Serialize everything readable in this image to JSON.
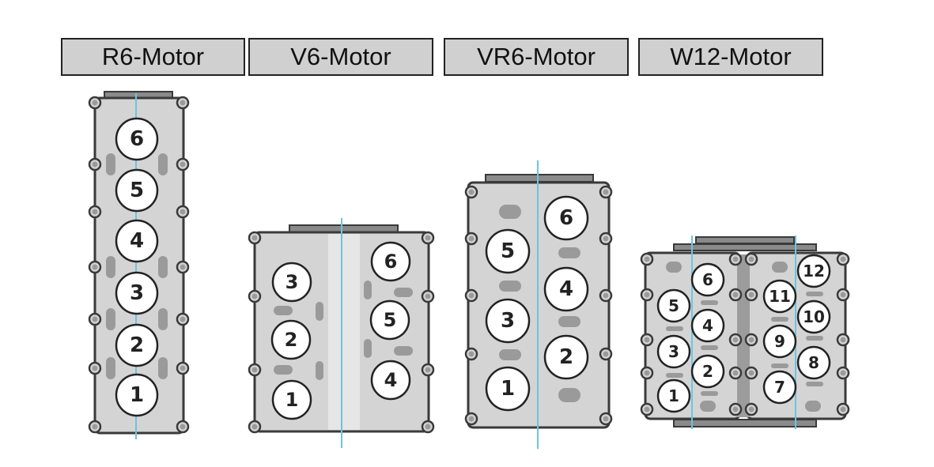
{
  "title": "Zylinder-Anordnung Motorbauformen",
  "engines": [
    {
      "id": "r6",
      "label": "R6-Motor",
      "cylinders": [
        {
          "n": "6"
        },
        {
          "n": "5"
        },
        {
          "n": "4"
        },
        {
          "n": "3"
        },
        {
          "n": "2"
        },
        {
          "n": "1"
        }
      ]
    },
    {
      "id": "v6",
      "label": "V6-Motor",
      "cylinders": [
        {
          "n": "3"
        },
        {
          "n": "2"
        },
        {
          "n": "1"
        },
        {
          "n": "6"
        },
        {
          "n": "5"
        },
        {
          "n": "4"
        }
      ]
    },
    {
      "id": "vr6",
      "label": "VR6-Motor",
      "cylinders": [
        {
          "n": "5"
        },
        {
          "n": "3"
        },
        {
          "n": "1"
        },
        {
          "n": "6"
        },
        {
          "n": "4"
        },
        {
          "n": "2"
        }
      ]
    },
    {
      "id": "w12",
      "label": "W12-Motor",
      "cylinders": [
        {
          "n": "5"
        },
        {
          "n": "3"
        },
        {
          "n": "1"
        },
        {
          "n": "6"
        },
        {
          "n": "4"
        },
        {
          "n": "2"
        },
        {
          "n": "11"
        },
        {
          "n": "9"
        },
        {
          "n": "7"
        },
        {
          "n": "12"
        },
        {
          "n": "10"
        },
        {
          "n": "8"
        }
      ]
    }
  ],
  "colors": {
    "block": "#d4d4d4",
    "outline": "#3a3a3a",
    "port": "#9a9a9a",
    "axis": "#6fc3e0",
    "cap": "#8a8a8a",
    "valley": "#e6e6e6",
    "w12_gap": "#9c9c9c"
  }
}
